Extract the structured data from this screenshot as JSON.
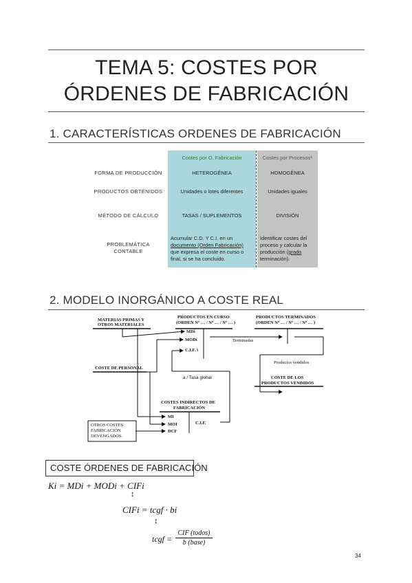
{
  "page": {
    "title_line1": "TEMA 5: COSTES POR",
    "title_line2": "ÓRDENES DE FABRICACIÓN",
    "page_number": "34"
  },
  "section1": {
    "heading": "1. CARACTERÍSTICAS ORDENES DE FABRICACIÓN",
    "col_ordenes": "Costes por O. Fabricación",
    "col_procesos": "Costes por Procesos*",
    "rows": [
      {
        "label": "FORMA DE PRODUCCIÓN",
        "ordenes": "HETEROGÉNEA",
        "procesos": "HOMOGÉNEA"
      },
      {
        "label": "PRODUCTOS OBTENIDOS",
        "ordenes": "Unidades o lotes diferentes",
        "procesos": "Unidades iguales"
      },
      {
        "label": "MÉTODO DE CÁLCULO",
        "ordenes": "TASAS / SUPLEMENTOS",
        "procesos": "DIVISIÓN"
      }
    ],
    "problematica": {
      "label_line1": "PROBLEMÁTICA",
      "label_line2": "CONTABLE",
      "ordenes_a": "Acumular C.D. Y C.I. en un",
      "ordenes_b": "documento (Orden Fabricación)",
      "ordenes_c": "que expresa el coste en curso o",
      "ordenes_d": "final, si se ha concluido.",
      "procesos_a": "Identificar costes del",
      "procesos_b": "proceso y calcular la",
      "procesos_c": "producción (",
      "procesos_c2": "grado",
      "procesos_d": "terminación)."
    },
    "colors": {
      "ordenes_bg": "#a9d7db",
      "procesos_bg": "#c3c3c3",
      "ordenes_header_text": "#2e7d32"
    }
  },
  "section2": {
    "heading": "2. MODELO INORGÁNICO A COSTE REAL",
    "diagram": {
      "materias_1": "MATERIAS PRIMAS Y",
      "materias_2": "OTROS MATERIALES",
      "curso_1": "PRODUCTOS EN CURSO",
      "curso_2": "(ORDEN Nº … / Nº … / Nº … )",
      "mdi": "MDi",
      "modi": "MODi",
      "cifi": "C.I.F. i",
      "terminados_1": "PRODUCTOS TERMINADOS",
      "terminados_2": "(ORDEN Nº … / Nº … / Nº … )",
      "terminadas": "Terminadas",
      "vendidos": "Productos vendidos",
      "personal": "COSTE DE PERSONAL",
      "tasa": "a / Tasa global",
      "coste_vendidos_1": "COSTE DE LOS",
      "coste_vendidos_2": "PRODUCTOS VENDIDOS",
      "cif_1": "COSTES INDIRECTOS DE",
      "cif_2": "FABRICACIÓN",
      "mi": "MI",
      "moi": "MOI",
      "dcf": "DCF",
      "cif_out": "C.I.F.",
      "otros_1": "OTROS COSTES",
      "otros_2": "FABRICACIÓN",
      "otros_3": "DEVENGADOS."
    }
  },
  "section3": {
    "heading": "COSTE ÓRDENES DE FABRICACIÓN",
    "eq1": "Ki = MDi + MODi + CIFi",
    "eq2": "CIFi = tcgf · bi",
    "eq3_left": "tcgf =",
    "eq3_num": "CIF (todos)",
    "eq3_den": "b (base)"
  }
}
